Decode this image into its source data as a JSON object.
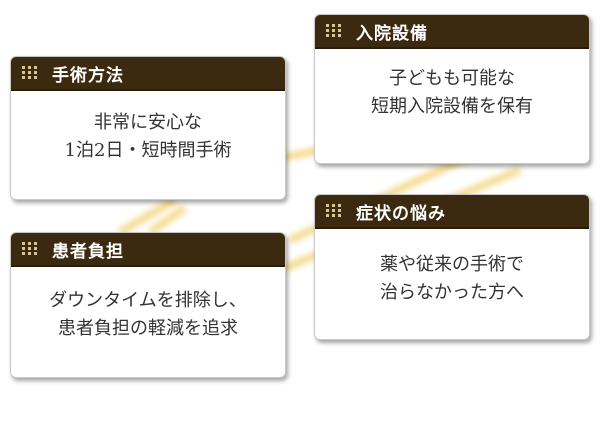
{
  "cards": [
    {
      "title": "手術方法",
      "lines": [
        "非常に安心な",
        "1泊2日・短時間手術"
      ]
    },
    {
      "title": "入院設備",
      "lines": [
        "子どもも可能な",
        "短期入院設備を保有"
      ]
    },
    {
      "title": "患者負担",
      "lines": [
        "ダウンタイムを排除し、",
        "患者負担の軽減を追求"
      ]
    },
    {
      "title": "症状の悩み",
      "lines": [
        "薬や従来の手術で",
        "治らなかった方へ"
      ]
    }
  ],
  "colors": {
    "header_bg": "#3b2a10",
    "header_text": "#ffffff",
    "body_text": "#333333",
    "glow": "#f5d98a"
  },
  "icons": {
    "header_icon": "dot-grid-icon"
  }
}
